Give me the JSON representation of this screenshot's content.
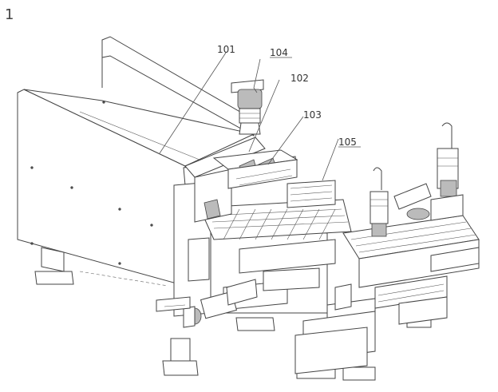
{
  "figure_number": "1",
  "labels": {
    "l101": "101",
    "l102": "102",
    "l103": "103",
    "l104": "104",
    "l105": "105"
  },
  "colors": {
    "line": "#444444",
    "background": "#ffffff"
  }
}
